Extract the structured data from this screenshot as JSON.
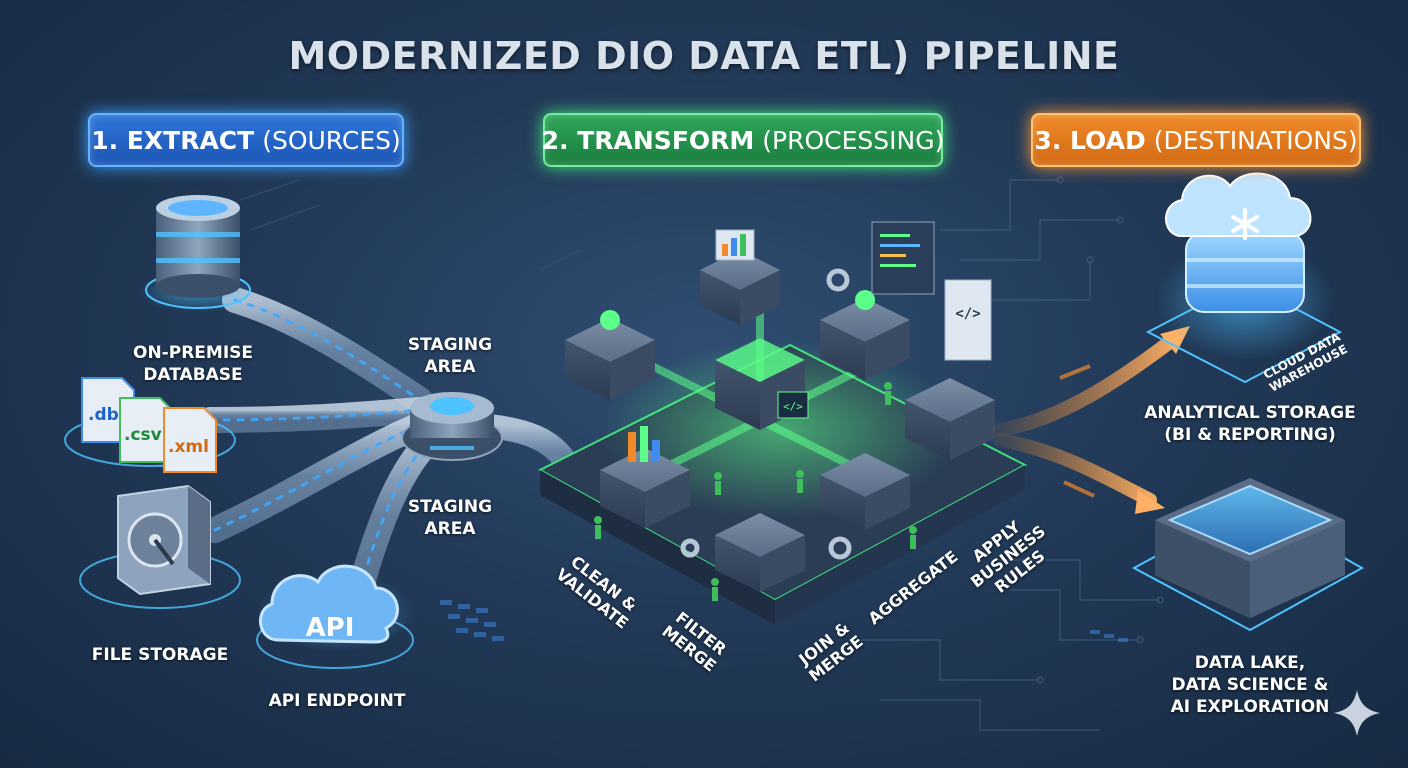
{
  "title": "MODERNIZED DIO DATA ETL) PIPELINE",
  "stages": {
    "extract": {
      "number": "1. EXTRACT",
      "sub": "(SOURCES)"
    },
    "transform": {
      "number": "2. TRANSFORM",
      "sub": "(PROCESSING)"
    },
    "load": {
      "number": "3. LOAD",
      "sub": "(DESTINATIONS)"
    }
  },
  "sources": {
    "database": {
      "line1": "ON-PREMISE",
      "line2": "DATABASE"
    },
    "files": [
      "db",
      "csv",
      "xml"
    ],
    "file_storage": "FILE STORAGE",
    "api_icon": "API",
    "api_endpoint": "API ENDPOINT"
  },
  "staging": {
    "top": {
      "line1": "STAGING",
      "line2": "AREA"
    },
    "bottom": {
      "line1": "STAGING",
      "line2": "AREA"
    }
  },
  "transform_steps": {
    "clean": {
      "line1": "CLEAN &",
      "line2": "VALIDATE"
    },
    "filter": {
      "line1": "FILTER",
      "line2": "MERGE"
    },
    "join": {
      "line1": "JOIN &",
      "line2": "MERGE"
    },
    "aggregate": "AGGREGATE",
    "business": {
      "line1": "APPLY",
      "line2": "BUSINESS",
      "line3": "RULES"
    }
  },
  "destinations": {
    "warehouse_tag": {
      "line1": "CLOUD DATA",
      "line2": "WAREHOUSE"
    },
    "analytical": {
      "line1": "ANALYTICAL STORAGE",
      "line2": "(BI & REPORTING)"
    },
    "lake": {
      "line1": "DATA LAKE,",
      "line2": "DATA SCIENCE &",
      "line3": "AI EXPLORATION"
    }
  },
  "colors": {
    "extract": "#2f74d8",
    "transform": "#2fa55a",
    "load": "#f08a2a",
    "background": "#223a58",
    "glow_cyan": "#4fc3ff"
  },
  "icons": [
    "database-icon",
    "db-file-icon",
    "csv-file-icon",
    "xml-file-icon",
    "hard-drive-icon",
    "api-cloud-icon",
    "staging-hub-icon",
    "processing-platform-icon",
    "snowflake-icon",
    "cloud-warehouse-icon",
    "data-lake-icon",
    "sparkle-icon"
  ]
}
